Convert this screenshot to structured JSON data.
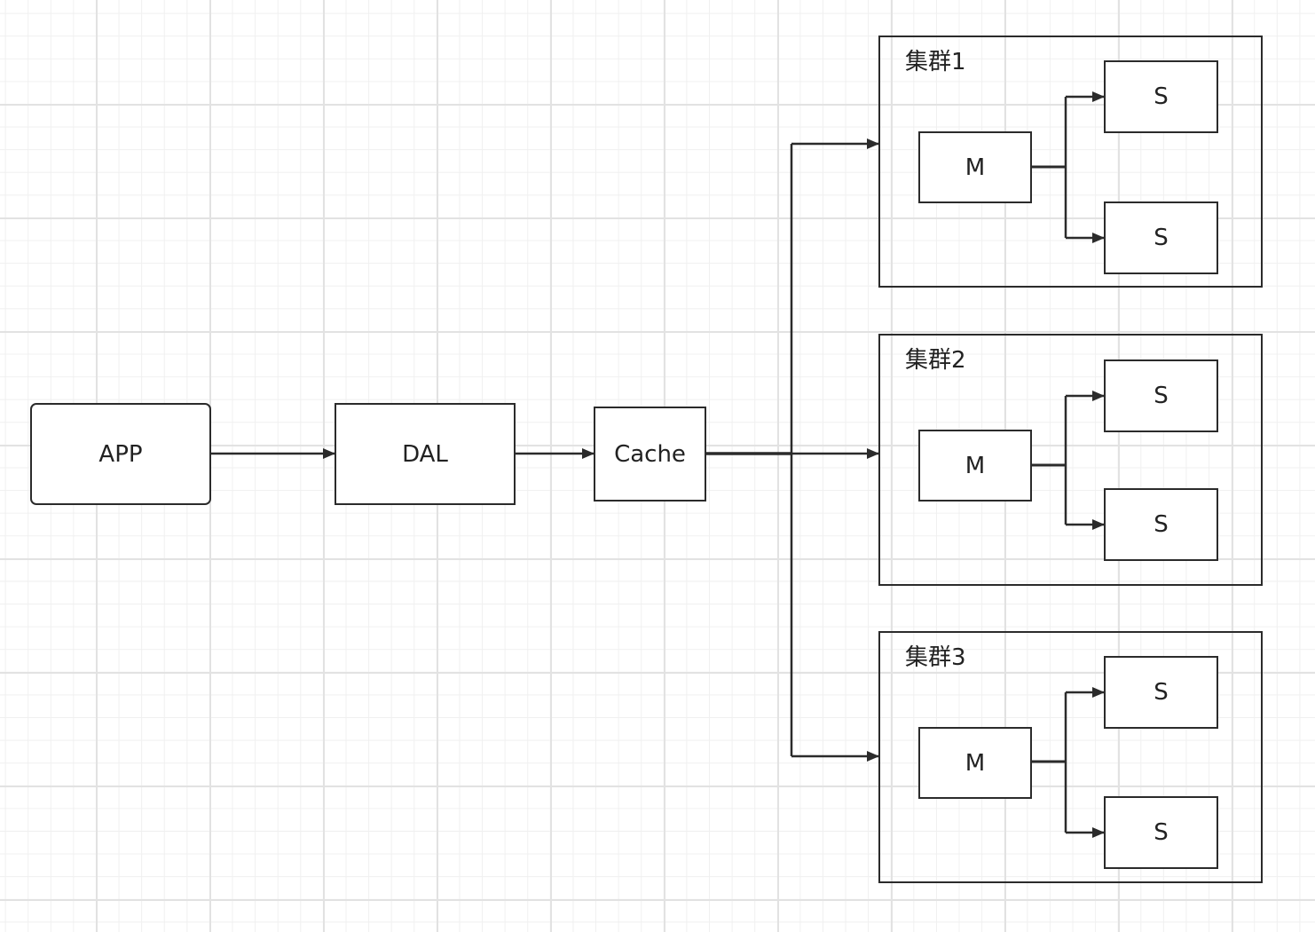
{
  "nodes": {
    "app": "APP",
    "dal": "DAL",
    "cache": "Cache"
  },
  "clusters": [
    {
      "label": "集群1",
      "master": "M",
      "slaves": [
        "S",
        "S"
      ]
    },
    {
      "label": "集群2",
      "master": "M",
      "slaves": [
        "S",
        "S"
      ]
    },
    {
      "label": "集群3",
      "master": "M",
      "slaves": [
        "S",
        "S"
      ]
    }
  ],
  "colors": {
    "stroke": "#2b2b2b",
    "grid_major": "#e2e2e2",
    "grid_minor": "#f0f0f0"
  }
}
